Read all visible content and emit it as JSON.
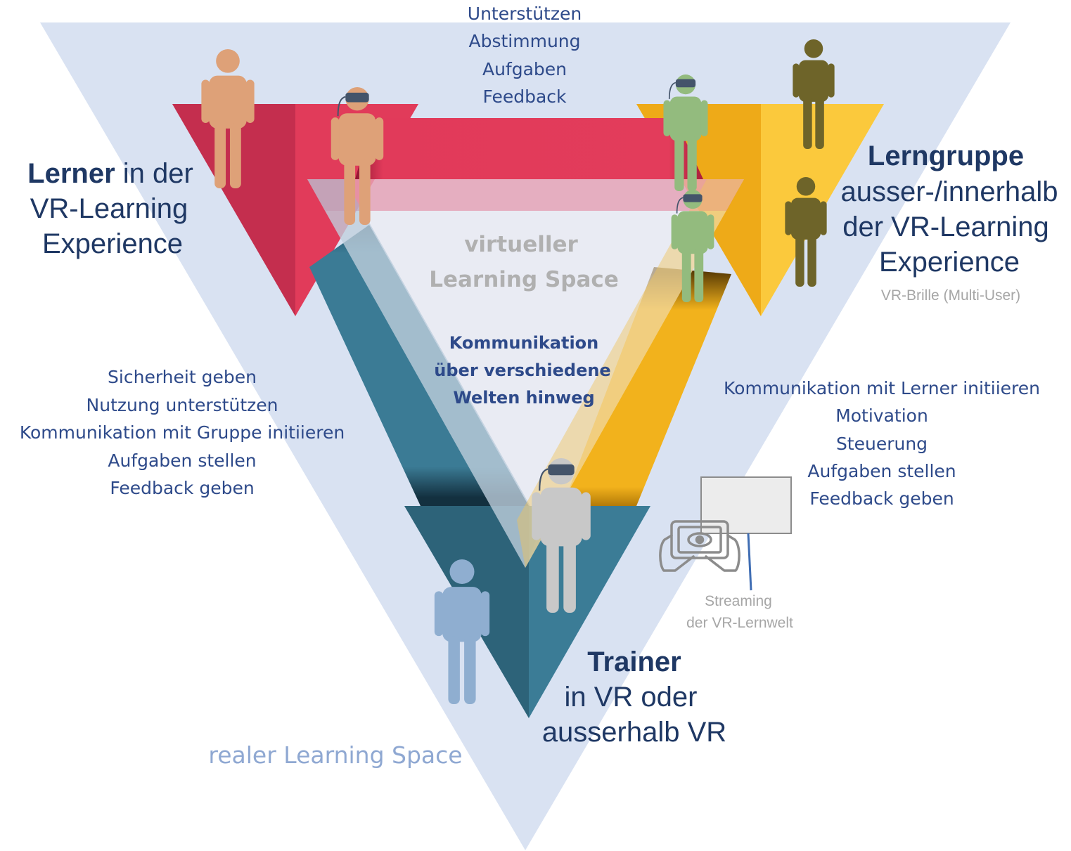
{
  "regions": {
    "real_space_label": "realer Learning Space",
    "virtual_space_label": [
      "virtueller",
      "Learning Space"
    ]
  },
  "roles": {
    "learner": {
      "title_bold": "Lerner",
      "title_rest": " in der",
      "lines": [
        "VR-Learning",
        "Experience"
      ]
    },
    "group": {
      "title_bold": "Lerngruppe",
      "lines": [
        "ausser-/innerhalb",
        "der VR-Learning",
        "Experience"
      ],
      "note": "VR-Brille (Multi-User)"
    },
    "trainer": {
      "title_bold": "Trainer",
      "lines": [
        "in VR oder",
        "ausserhalb VR"
      ]
    }
  },
  "relations": {
    "learner_group": [
      "Unterstützen",
      "Abstimmung",
      "Aufgaben",
      "Feedback"
    ],
    "trainer_learner": [
      "Sicherheit geben",
      "Nutzung unterstützen",
      "Kommunikation mit Gruppe initiieren",
      "Aufgaben stellen",
      "Feedback geben"
    ],
    "trainer_group": [
      "Kommunikation mit Lerner initiieren",
      "Motivation",
      "Steuerung",
      "Aufgaben stellen",
      "Feedback geben"
    ]
  },
  "center_label": [
    "Kommunikation",
    "über verschiedene",
    "Welten hinweg"
  ],
  "streaming": {
    "label": [
      "Streaming",
      "der VR-Lernwelt"
    ],
    "icon": "tablet-hands-eye-icon",
    "screen_icon": "projection-screen-icon"
  },
  "figures": [
    {
      "name": "learner-outside-figure",
      "icon": "person-icon",
      "color": "#dea178"
    },
    {
      "name": "learner-vr-figure",
      "icon": "person-vr-headset-icon",
      "color": "#dea178"
    },
    {
      "name": "group-vr-figure-1",
      "icon": "person-vr-headset-icon",
      "color": "#93bb7e"
    },
    {
      "name": "group-vr-figure-2",
      "icon": "person-vr-headset-icon",
      "color": "#93bb7e"
    },
    {
      "name": "group-outside-figure-1",
      "icon": "person-icon",
      "color": "#6e6429"
    },
    {
      "name": "group-outside-figure-2",
      "icon": "person-icon",
      "color": "#6e6429"
    },
    {
      "name": "trainer-vr-figure",
      "icon": "person-vr-headset-icon",
      "color": "#c8c8c8"
    },
    {
      "name": "trainer-outside-figure",
      "icon": "person-icon",
      "color": "#8faed0"
    }
  ],
  "colors": {
    "real_space": "#d9e2f2",
    "learner_red": "#e03a5a",
    "group_yellow": "#f5b51f",
    "trainer_teal": "#3c7a94",
    "headset": "#44546a",
    "text_blue": "#2e4a8a",
    "title_navy": "#1f3864"
  }
}
